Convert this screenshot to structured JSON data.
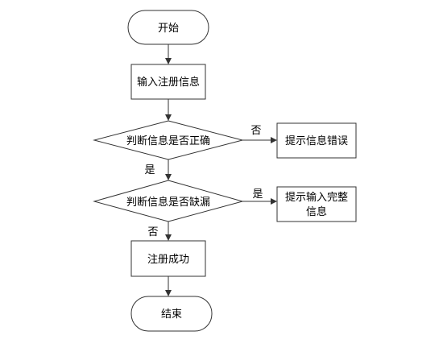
{
  "nodes": {
    "start": "开始",
    "input": "输入注册信息",
    "check_correct": "判断信息是否正确",
    "error": "提示信息错误",
    "check_missing": "判断信息是否缺漏",
    "complete_line1": "提示输入完整",
    "complete_line2": "信息",
    "success": "注册成功",
    "end": "结束"
  },
  "edge_labels": {
    "correct_no": "否",
    "correct_yes": "是",
    "missing_yes": "是",
    "missing_no": "否"
  }
}
